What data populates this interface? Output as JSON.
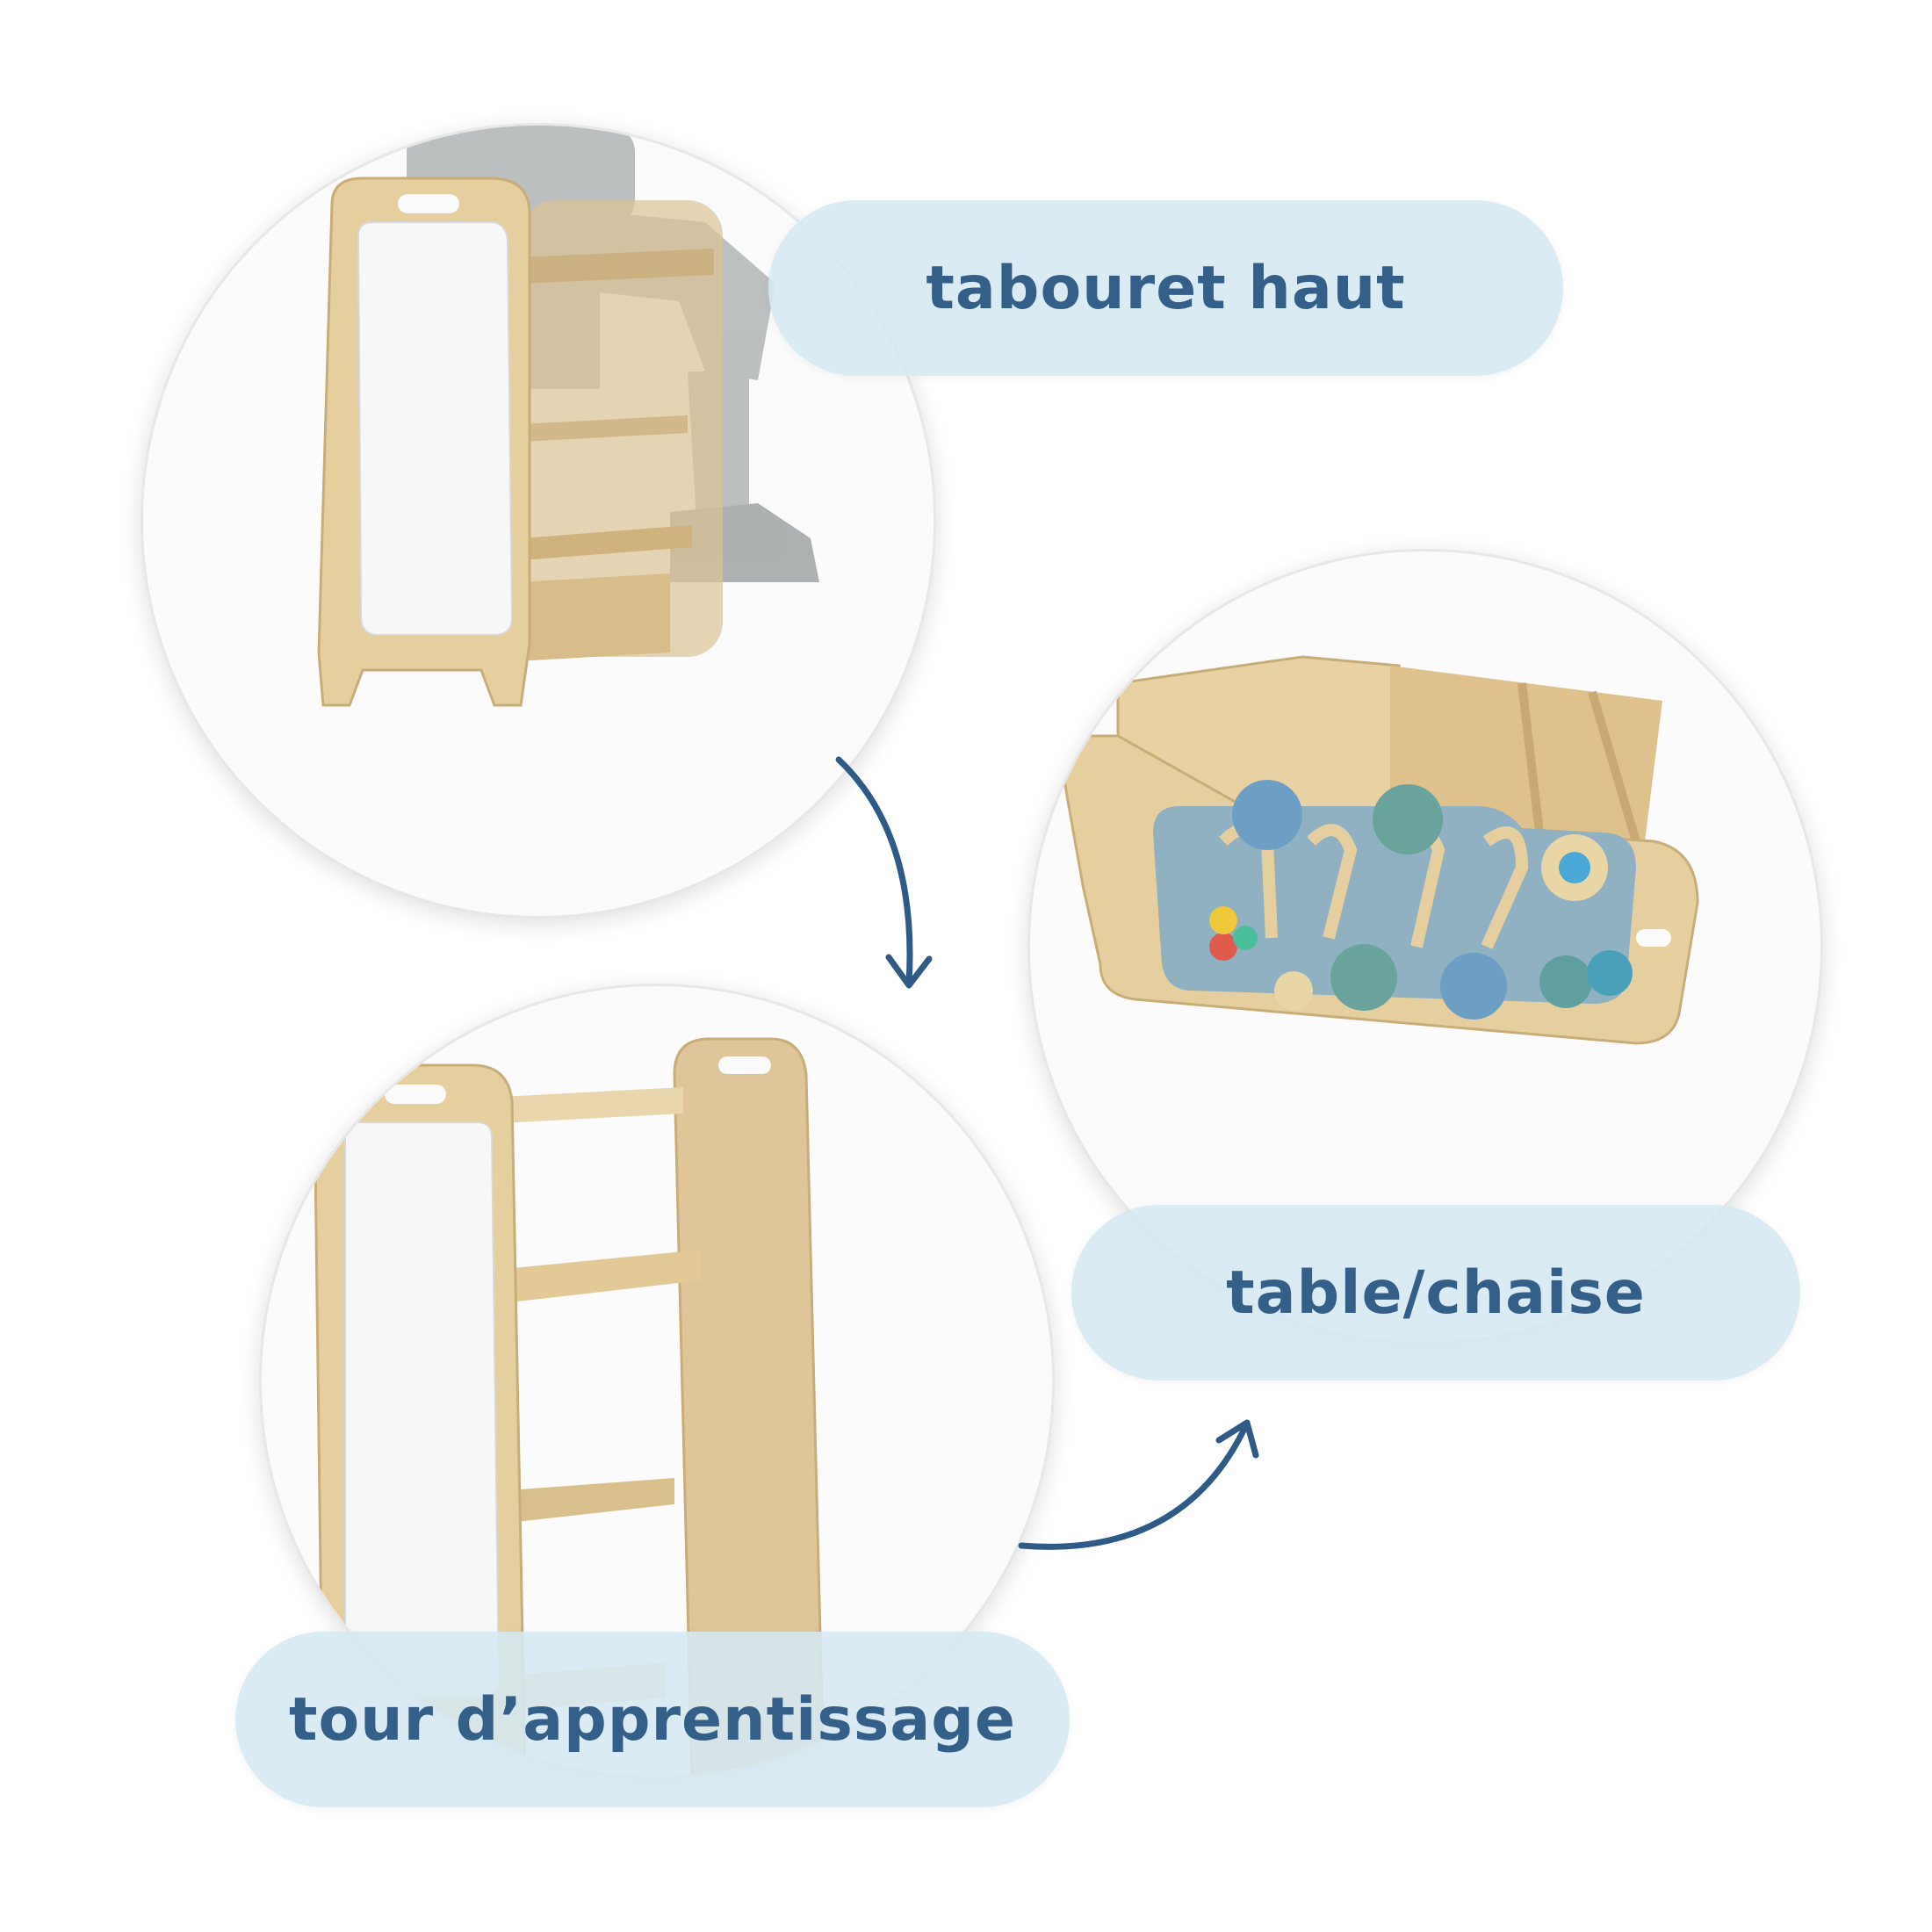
{
  "labels": {
    "high_stool": "tabouret haut",
    "table_chair": "table/chaise",
    "learning_tower": "tour d’apprentissage"
  },
  "colors": {
    "label_text": "#345f88",
    "pill_bg": "#d6e8f1",
    "arrow": "#2f5a86",
    "wood": "#e6cf9f",
    "whiteboard": "#f7f7f7",
    "panel_blue": "#8fb1c2"
  },
  "icons": {
    "arrow_1": "curved-arrow-down-icon",
    "arrow_2": "curved-arrow-up-right-icon"
  }
}
